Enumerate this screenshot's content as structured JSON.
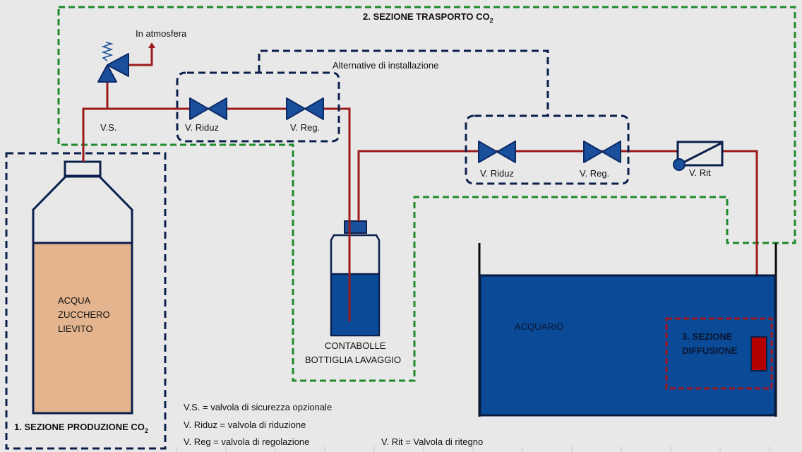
{
  "sections": {
    "production": {
      "label": "1. SEZIONE PRODUZIONE CO",
      "sub": "2"
    },
    "transport": {
      "label": "2. SEZIONE TRASPORTO CO",
      "sub": "2"
    },
    "diffusion": {
      "line1": "3. SEZIONE",
      "line2": "DIFFUSIONE"
    }
  },
  "bottle": {
    "contents": [
      "ACQUA",
      "ZUCCHERO",
      "LIEVITO"
    ]
  },
  "bubble_counter": {
    "line1": "CONTABOLLE",
    "line2": "BOTTIGLIA LAVAGGIO"
  },
  "aquarium": {
    "label": "ACQUARIO"
  },
  "atmosphere_label": "In atmosfera",
  "alternatives_label": "Alternative di installazione",
  "valves": {
    "safety": "V.S.",
    "reducer_1": "V. Riduz",
    "regulator_1": "V. Reg.",
    "reducer_2": "V. Riduz",
    "regulator_2": "V. Reg.",
    "check": "V. Rit"
  },
  "legend": {
    "vs": "V.S. = valvola di sicurezza opzionale",
    "riduz": "V. Riduz = valvola di riduzione",
    "reg": "V. Reg = valvola di regolazione",
    "rit": "V. Rit = Valvola di ritegno"
  },
  "colors": {
    "pipe": "#9b1b1b",
    "valve": "#1a4f9c",
    "water": "#0a4a96",
    "mixture": "#e3b48e",
    "production_border": "#0b1f4d",
    "transport_border": "#1e8a2a",
    "diffusion_border": "#a01820"
  }
}
